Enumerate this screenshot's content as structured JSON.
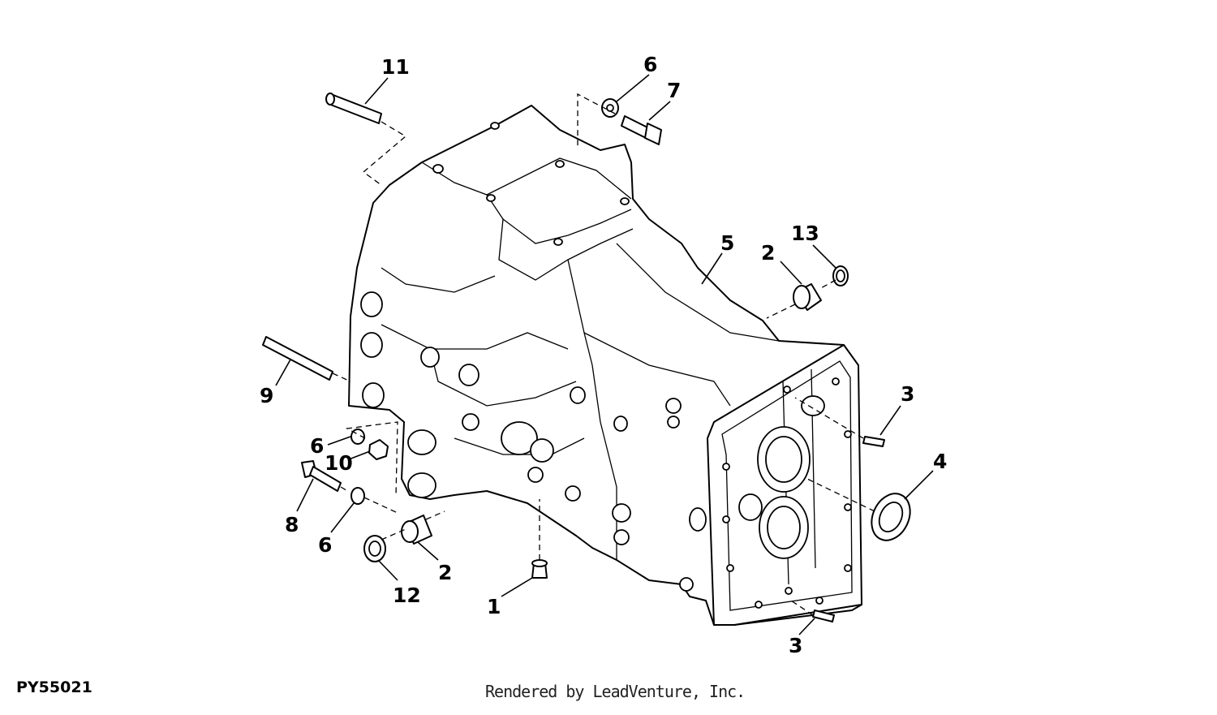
{
  "figure_id": "PY55021",
  "credit": "Rendered by LeadVenture, Inc.",
  "callouts": {
    "c1": "1",
    "c2a": "2",
    "c2b": "2",
    "c3a": "3",
    "c3b": "3",
    "c4": "4",
    "c5": "5",
    "c6a": "6",
    "c6b": "6",
    "c6c": "6",
    "c7": "7",
    "c8": "8",
    "c9": "9",
    "c10": "10",
    "c11": "11",
    "c12": "12",
    "c13": "13"
  }
}
